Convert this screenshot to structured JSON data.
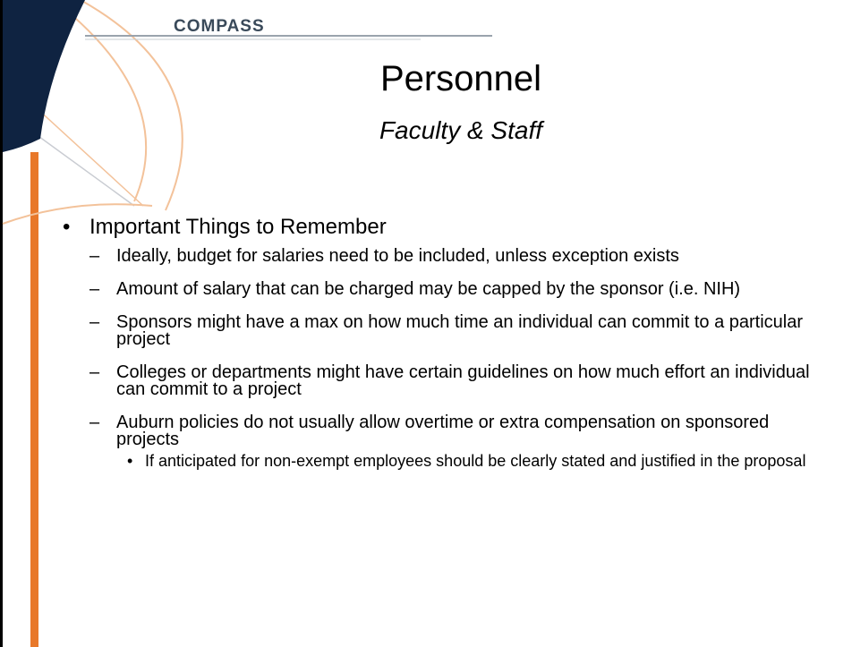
{
  "logo": {
    "text": "COMPASS"
  },
  "slide": {
    "title": "Personnel",
    "subtitle": "Faculty & Staff"
  },
  "content": {
    "heading": "Important Things to Remember",
    "heading_marker": "•",
    "sub_marker": "–",
    "items": [
      {
        "text": "Ideally, budget for salaries need to be included, unless exception exists"
      },
      {
        "text": "Amount of salary that can be charged may be capped by the sponsor (i.e. NIH)"
      },
      {
        "text": "Sponsors might have a max on how much time an individual can commit to a particular project"
      },
      {
        "text": "Colleges or departments might have certain guidelines on how much effort an individual can commit to a project"
      },
      {
        "text": "Auburn policies do not usually allow overtime or extra compensation on sponsored projects"
      }
    ],
    "subitem": {
      "marker": "•",
      "text": "If anticipated for non-exempt employees should be clearly stated and justified in the proposal"
    }
  },
  "colors": {
    "navy": "#0f2341",
    "orange": "#e8782a",
    "light_orange": "#f3c29a",
    "gray": "#9aa3ad"
  },
  "icons": [
    "compass-arc-graphic"
  ]
}
